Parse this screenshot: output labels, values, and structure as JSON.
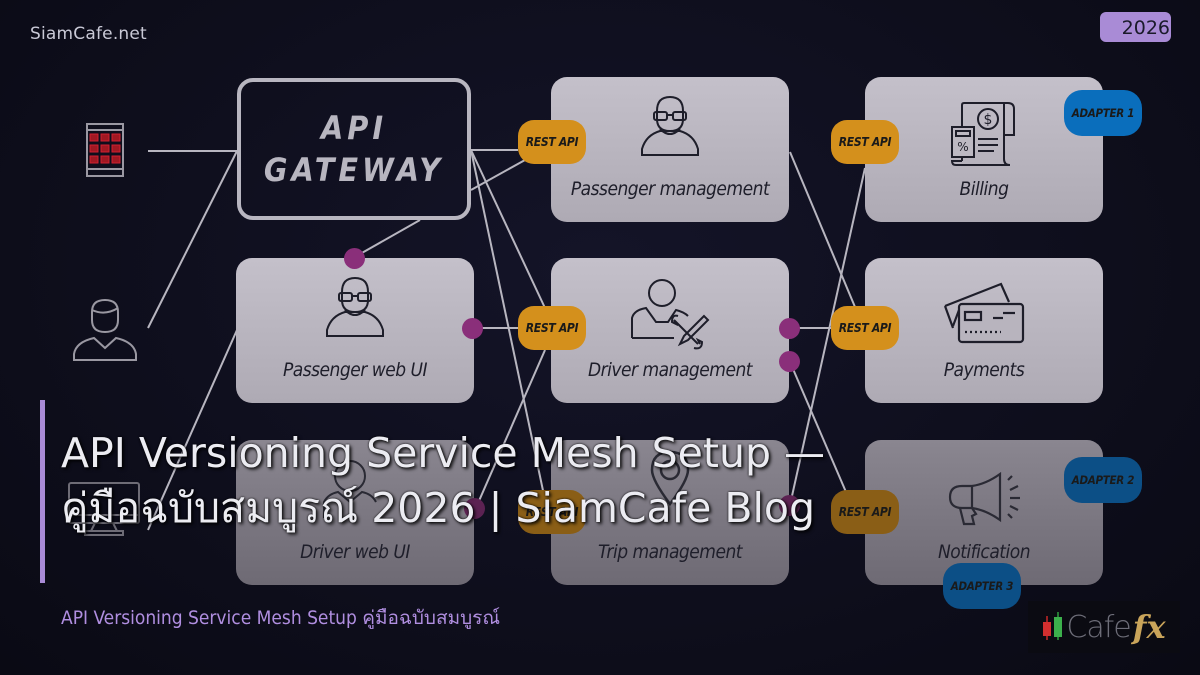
{
  "site": {
    "name": "SiamCafe.net",
    "year_badge": "2026"
  },
  "gateway": {
    "line1": "API",
    "line2": "GATEWAY"
  },
  "clients": [
    {
      "icon": "mobile-app-icon"
    },
    {
      "icon": "user-icon"
    },
    {
      "icon": "desktop-monitor-icon"
    }
  ],
  "services": {
    "passenger_web_ui": "Passenger web UI",
    "driver_web_ui": "Driver web UI",
    "passenger_management": "Passenger management",
    "driver_management": "Driver management",
    "trip_management": "Trip management",
    "billing": "Billing",
    "payments": "Payments",
    "notification": "Notification"
  },
  "pills": {
    "rest_api": "REST API",
    "adapter1": "ADAPTER 1",
    "adapter2": "ADAPTER 2",
    "adapter3": "ADAPTER 3"
  },
  "colors": {
    "background": "#0f0f1f",
    "card": "#c4c0ca",
    "rest_api": "#d4901c",
    "adapter": "#0a6ebc",
    "connector_dot": "#8a2f7a",
    "accent_purple": "#a98bd6"
  },
  "article": {
    "title": "API Versioning Service Mesh Setup — คู่มือฉบับสมบูรณ์ 2026 | SiamCafe Blog",
    "subtitle": "API Versioning Service Mesh Setup คู่มือฉบับสมบูรณ์"
  },
  "logo": {
    "text": "Cafe",
    "accent": "fx"
  }
}
